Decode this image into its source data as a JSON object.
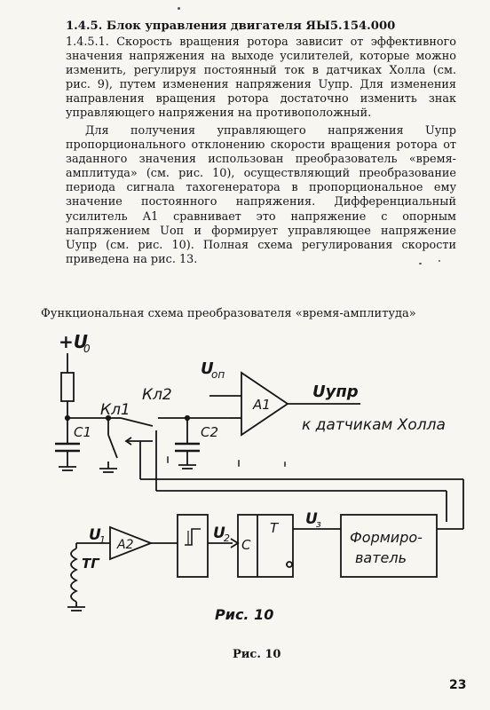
{
  "heading": "1.4.5. Блок управления двигателя ЯЫ5.154.000",
  "paragraphs": [
    "1.4.5.1. Скорость вращения ротора зависит от эффективного значения напряжения на выходе усилителей, которые можно изменить, регулируя постоянный ток в датчиках Холла (см. рис. 9), путем изменения напряжения Uупр. Для изменения направления вращения ротора достаточно изменить знак управляющего напряжения на противоположный.",
    "Для получения управляющего напряжения Uупр пропорционального отклонению скорости вращения ротора от заданного значения использован преобразователь «время-амплитуда» (см. рис. 10), осуществляющий преобразование периода сигнала тахогенератора в пропорциональное ему значение постоянного напряжения. Дифференциальный усилитель А1 сравнивает это напряжение с опорным напряжением Uоп и формирует управляющее напряжение Uупр (см. рис. 10). Полная схема регулирования скорости приведена на рис. 13."
  ],
  "diagram_title": "Функциональная схема преобразователя «время-амплитуда»",
  "diagram": {
    "supply": "+U",
    "supply_sub": "0",
    "kl1": "Кл1",
    "kl2": "Кл2",
    "c1": "С1",
    "c2": "С2",
    "uop": "U",
    "uop_sub": "оп",
    "a1": "А1",
    "uupr": "Uупр",
    "to_hall": "к датчикам Холла",
    "u1": "U",
    "u1_sub": "1",
    "a2": "А2",
    "tg": "ТГ",
    "u2": "U",
    "u2_sub": "2",
    "c_input": "С",
    "t_trigger": "Т",
    "u3": "U",
    "u3_sub": "з",
    "former_line1": "Формиро-",
    "former_line2": "ватель"
  },
  "caption_italic": "Рис. 10",
  "caption": "Рис. 10",
  "page_number": "23"
}
